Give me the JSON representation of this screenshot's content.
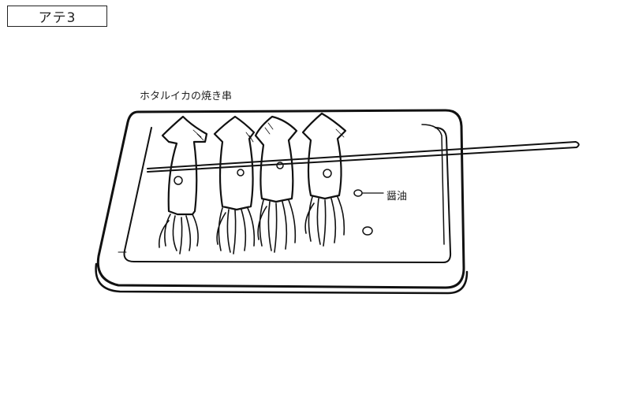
{
  "scene_label": "アテ3",
  "caption": "ホタルイカの焼き串",
  "annotation": {
    "label": "醤油",
    "target": "soy-sauce-drop"
  },
  "illustration": {
    "subject": "grilled firefly squid skewer on tray",
    "squid_count": 4,
    "soy_drops": 2,
    "line_color": "#111111",
    "background_color": "#ffffff"
  }
}
